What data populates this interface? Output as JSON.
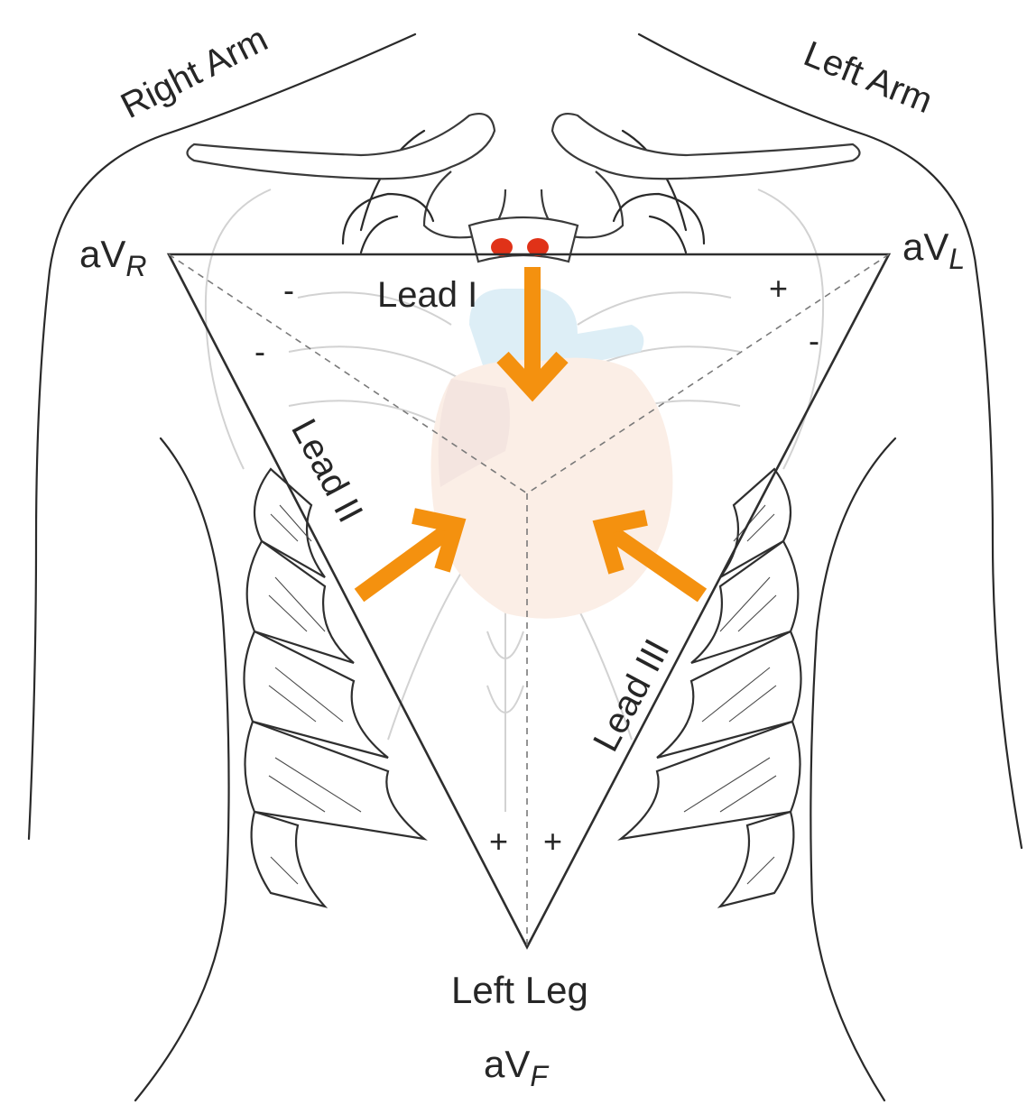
{
  "labels": {
    "right_arm": "Right Arm",
    "left_arm": "Left Arm",
    "left_leg": "Left Leg",
    "avr_main": "aV",
    "avr_sub": "R",
    "avl_main": "aV",
    "avl_sub": "L",
    "avf_main": "aV",
    "avf_sub": "F",
    "lead_1": "Lead I",
    "lead_2": "Lead II",
    "lead_3": "Lead III"
  },
  "signs": {
    "lead1_left": "-",
    "lead1_right": "+",
    "lead2_top": "-",
    "lead3_top": "-",
    "bottom_left": "+",
    "bottom_right": "+"
  },
  "colors": {
    "arrow": "#f4910f",
    "heart": "#fbeee6",
    "vessel_blue": "#d9ecf5",
    "vessel_red": "#e03218",
    "outline": "#2a2a2a"
  }
}
